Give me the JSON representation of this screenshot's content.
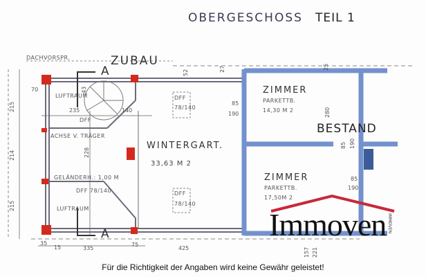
{
  "title": {
    "main": "OBERGESCHOSS",
    "part": "TEIL 1"
  },
  "labels": {
    "dachvorsprung": "DACHVORSPR.",
    "zubau": "ZUBAU",
    "bestand": "BESTAND",
    "section_marker": "A",
    "luftraum_top": "LUFTRAUM",
    "dff_stair": "DFF",
    "achse": "ACHSE V. TRÄGER",
    "gelaender": "GELÄNDERH.: 1,00 M",
    "dff_left": "DFF 78/140",
    "luftraum_bottom": "LUFTRAUM",
    "dff_top": "DFF",
    "dff_top_size": "78/140",
    "dff_bottom": "DFF",
    "dff_bottom_size": "78/140"
  },
  "rooms": [
    {
      "name": "WINTERGART.",
      "area": "33,63 M 2"
    },
    {
      "name": "ZIMMER",
      "floor": "PARKETTB.",
      "area": "14,30 M 2"
    },
    {
      "name": "ZIMMER",
      "floor": "PARKETTB.",
      "area": "17,50M 2"
    }
  ],
  "dimensions": {
    "d70": "70",
    "d215a": "215",
    "d214": "214",
    "d215b": "215",
    "d52": "52",
    "d27": "27",
    "d25": "25",
    "d235": "235",
    "d140": "140",
    "d43": "43",
    "d228": "228",
    "d85a": "85",
    "d190a": "190",
    "d280": "280",
    "d85b": "85",
    "d190b": "190",
    "d85c": "85",
    "d190c": "190",
    "b35": "35",
    "b15": "15",
    "b335": "335",
    "b75": "75",
    "b425": "425",
    "b157": "157",
    "b221": "221"
  },
  "logo": {
    "text": "Immoven",
    "small": "IMMOVEN",
    "roof_color": "#c8283a"
  },
  "colors": {
    "existing_walls": "#5b7fc4",
    "columns": "#d42a1e"
  },
  "footer": "Für die Richtigkeit der Angaben wird keine Gewähr geleistet!"
}
